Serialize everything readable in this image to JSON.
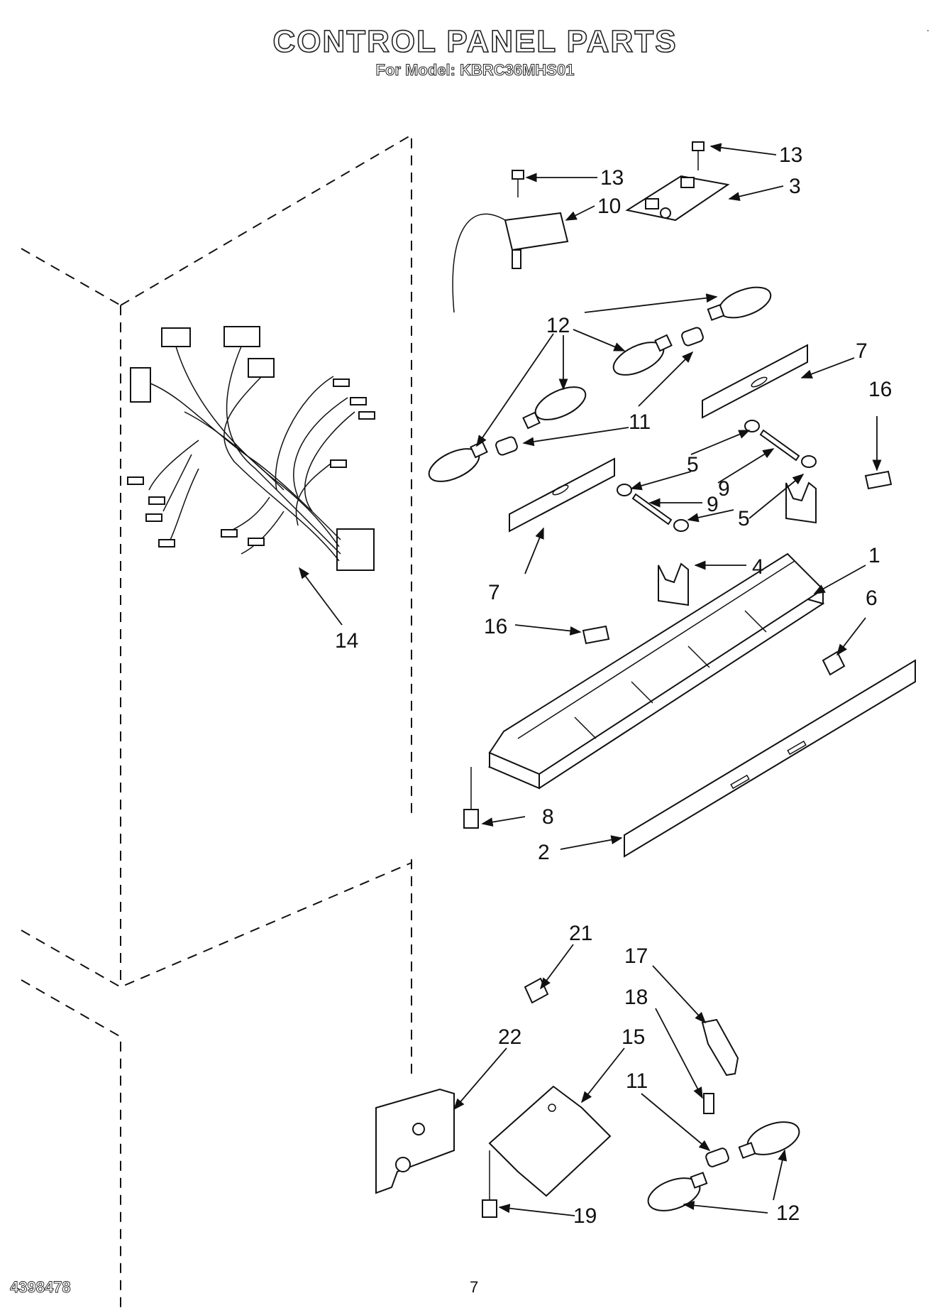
{
  "header": {
    "title": "CONTROL PANEL PARTS",
    "subtitle": "For Model: KBRC36MHS01"
  },
  "footer": {
    "document_number": "4398478",
    "page_number": "7"
  },
  "callouts": {
    "c1": "1",
    "c2": "2",
    "c3": "3",
    "c4": "4",
    "c5a": "5",
    "c5b": "5",
    "c6": "6",
    "c7a": "7",
    "c7b": "7",
    "c8": "8",
    "c9a": "9",
    "c9b": "9",
    "c10": "10",
    "c11a": "11",
    "c11b": "11",
    "c12a": "12",
    "c12b": "12",
    "c13a": "13",
    "c13b": "13",
    "c14": "14",
    "c15": "15",
    "c16a": "16",
    "c16b": "16",
    "c17": "17",
    "c18": "18",
    "c19": "19",
    "c21": "21",
    "c22": "22"
  }
}
